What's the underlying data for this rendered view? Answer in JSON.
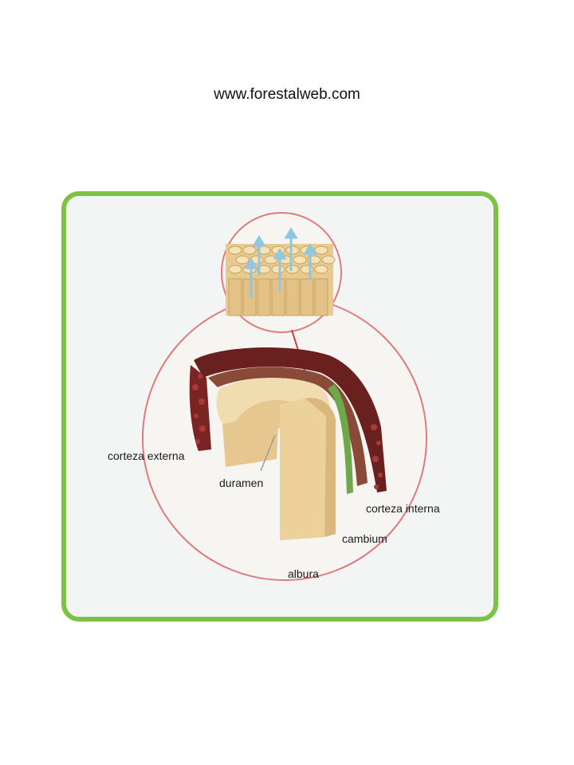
{
  "header": {
    "url": "www.forestalweb.com"
  },
  "labels": {
    "outer_bark": "corteza externa",
    "heartwood": "duramen",
    "inner_bark": "corteza interna",
    "cambium": "cambium",
    "sapwood": "albura"
  },
  "colors": {
    "frame": "#7dc342",
    "circle_outline": "#e07a7a",
    "bark_dark": "#5a1d1d",
    "heartwood": "#f1dcb0",
    "sapwood": "#e9cc93",
    "cambium": "#6fa84a",
    "arrows": "#8fc6e0"
  }
}
